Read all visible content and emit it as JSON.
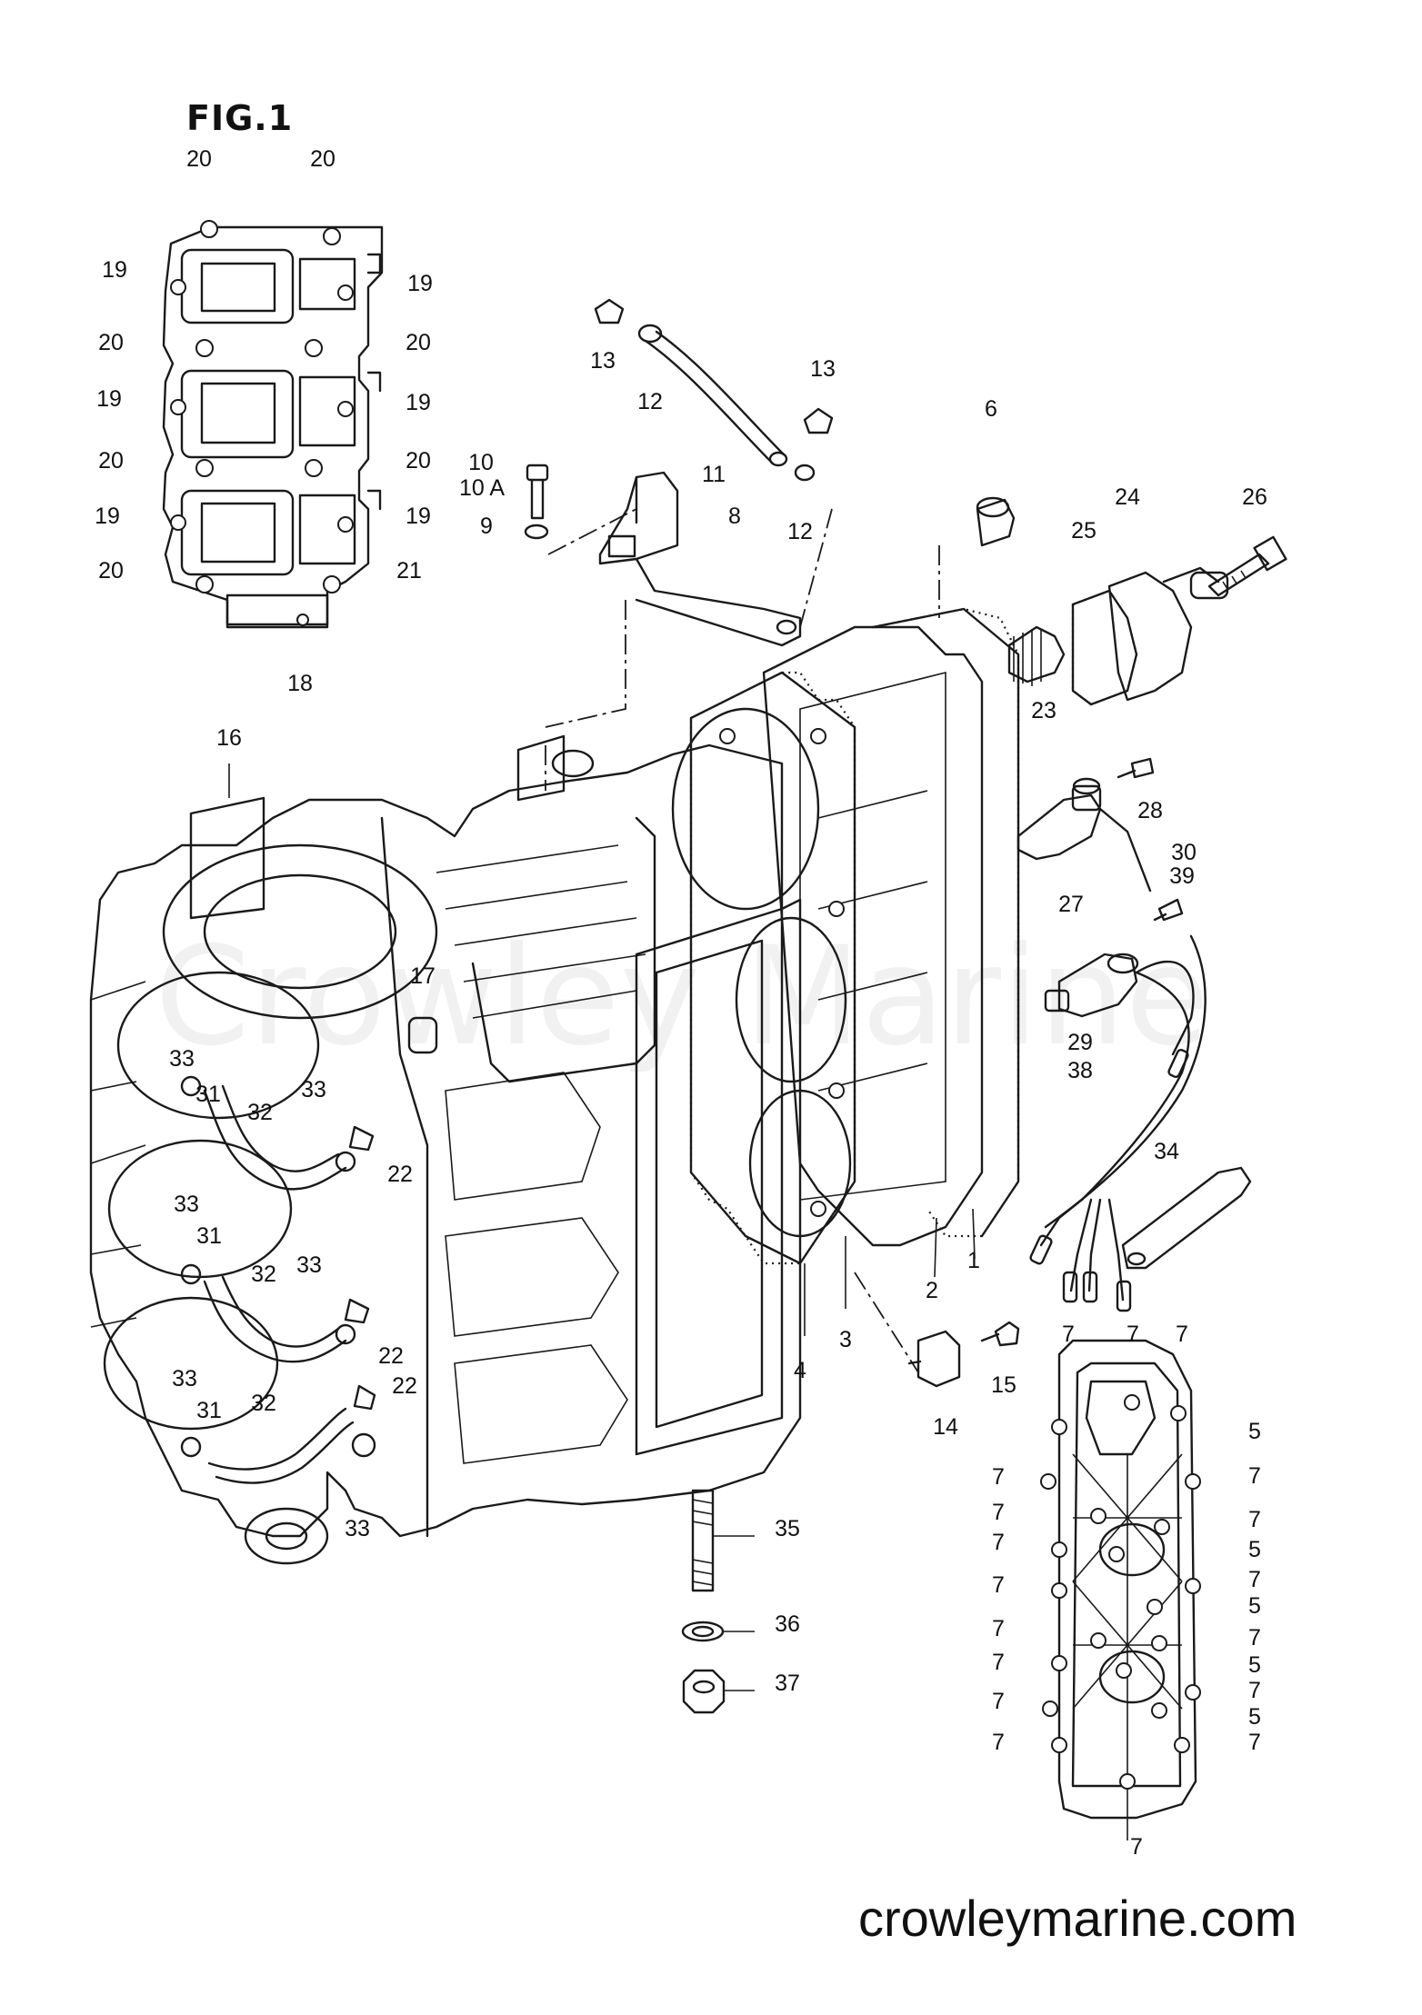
{
  "figure": {
    "title": "FIG.1"
  },
  "watermark": "Crowley Marine",
  "footer": {
    "site": "crowleymarine.com"
  },
  "callouts": [
    {
      "id": "c20a",
      "label": "20"
    },
    {
      "id": "c20b",
      "label": "20"
    },
    {
      "id": "c19a",
      "label": "19"
    },
    {
      "id": "c19b",
      "label": "19"
    },
    {
      "id": "c20c",
      "label": "20"
    },
    {
      "id": "c20d",
      "label": "20"
    },
    {
      "id": "c19c",
      "label": "19"
    },
    {
      "id": "c19d",
      "label": "19"
    },
    {
      "id": "c20e",
      "label": "20"
    },
    {
      "id": "c20f",
      "label": "20"
    },
    {
      "id": "c19e",
      "label": "19"
    },
    {
      "id": "c19f",
      "label": "19"
    },
    {
      "id": "c20g",
      "label": "20"
    },
    {
      "id": "c21",
      "label": "21"
    },
    {
      "id": "c18",
      "label": "18"
    },
    {
      "id": "c13a",
      "label": "13"
    },
    {
      "id": "c12a",
      "label": "12"
    },
    {
      "id": "c13b",
      "label": "13"
    },
    {
      "id": "c11",
      "label": "11"
    },
    {
      "id": "c12b",
      "label": "12"
    },
    {
      "id": "c10",
      "label": "10"
    },
    {
      "id": "c10A",
      "label": "10 A"
    },
    {
      "id": "c9",
      "label": "9"
    },
    {
      "id": "c8",
      "label": "8"
    },
    {
      "id": "c6",
      "label": "6"
    },
    {
      "id": "c24",
      "label": "24"
    },
    {
      "id": "c25",
      "label": "25"
    },
    {
      "id": "c26",
      "label": "26"
    },
    {
      "id": "c23",
      "label": "23"
    },
    {
      "id": "c16",
      "label": "16"
    },
    {
      "id": "c28",
      "label": "28"
    },
    {
      "id": "c30",
      "label": "30"
    },
    {
      "id": "c39",
      "label": "39"
    },
    {
      "id": "c27",
      "label": "27"
    },
    {
      "id": "c17",
      "label": "17"
    },
    {
      "id": "c29",
      "label": "29"
    },
    {
      "id": "c38",
      "label": "38"
    },
    {
      "id": "c33a",
      "label": "33"
    },
    {
      "id": "c31a",
      "label": "31"
    },
    {
      "id": "c33b",
      "label": "33"
    },
    {
      "id": "c32a",
      "label": "32"
    },
    {
      "id": "c22a",
      "label": "22"
    },
    {
      "id": "c34",
      "label": "34"
    },
    {
      "id": "c33c",
      "label": "33"
    },
    {
      "id": "c31b",
      "label": "31"
    },
    {
      "id": "c32b",
      "label": "32"
    },
    {
      "id": "c33d",
      "label": "33"
    },
    {
      "id": "c2",
      "label": "2"
    },
    {
      "id": "c1",
      "label": "1"
    },
    {
      "id": "c4",
      "label": "4"
    },
    {
      "id": "c3",
      "label": "3"
    },
    {
      "id": "c22b",
      "label": "22"
    },
    {
      "id": "c22c",
      "label": "22"
    },
    {
      "id": "c15",
      "label": "15"
    },
    {
      "id": "c14",
      "label": "14"
    },
    {
      "id": "c33e",
      "label": "33"
    },
    {
      "id": "c31c",
      "label": "31"
    },
    {
      "id": "c32c",
      "label": "32"
    },
    {
      "id": "c33f",
      "label": "33"
    },
    {
      "id": "c35",
      "label": "35"
    },
    {
      "id": "c36",
      "label": "36"
    },
    {
      "id": "c37",
      "label": "37"
    },
    {
      "id": "c7a",
      "label": "7"
    },
    {
      "id": "c7b",
      "label": "7"
    },
    {
      "id": "c7c",
      "label": "7"
    },
    {
      "id": "c5a",
      "label": "5"
    },
    {
      "id": "c7d",
      "label": "7"
    },
    {
      "id": "c7e",
      "label": "7"
    },
    {
      "id": "c7f",
      "label": "7"
    },
    {
      "id": "c7g",
      "label": "7"
    },
    {
      "id": "c7h",
      "label": "7"
    },
    {
      "id": "c5b",
      "label": "5"
    },
    {
      "id": "c7i",
      "label": "7"
    },
    {
      "id": "c7j",
      "label": "7"
    },
    {
      "id": "c5c",
      "label": "5"
    },
    {
      "id": "c7k",
      "label": "7"
    },
    {
      "id": "c7l",
      "label": "7"
    },
    {
      "id": "c7m",
      "label": "7"
    },
    {
      "id": "c5d",
      "label": "5"
    },
    {
      "id": "c7n",
      "label": "7"
    },
    {
      "id": "c7o",
      "label": "7"
    },
    {
      "id": "c5e",
      "label": "5"
    },
    {
      "id": "c7p",
      "label": "7"
    },
    {
      "id": "c7q",
      "label": "7"
    },
    {
      "id": "c7r",
      "label": "7"
    }
  ]
}
